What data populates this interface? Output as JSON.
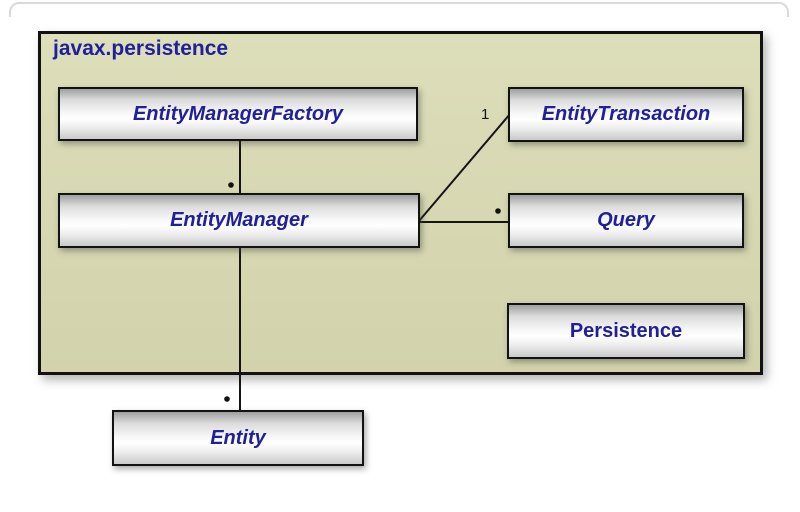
{
  "package": {
    "name": "javax.persistence"
  },
  "classes": {
    "entity_manager_factory": {
      "label": "EntityManagerFactory",
      "kind": "interface"
    },
    "entity_transaction": {
      "label": "EntityTransaction",
      "kind": "interface"
    },
    "entity_manager": {
      "label": "EntityManager",
      "kind": "interface"
    },
    "query": {
      "label": "Query",
      "kind": "interface"
    },
    "persistence": {
      "label": "Persistence",
      "kind": "class"
    },
    "entity": {
      "label": "Entity",
      "kind": "interface"
    }
  },
  "relations": {
    "factory_to_manager": {
      "from": "EntityManagerFactory",
      "to": "EntityManager",
      "marker": "dot"
    },
    "manager_to_transaction": {
      "from": "EntityManager",
      "to": "EntityTransaction",
      "label": "1"
    },
    "manager_to_query": {
      "from": "EntityManager",
      "to": "Query",
      "marker": "dot"
    },
    "manager_to_entity": {
      "from": "EntityManager",
      "to": "Entity",
      "marker": "dot"
    }
  },
  "colors": {
    "package_fill": "#d2d3ac",
    "package_fill_top": "#dddeba",
    "text_navy": "#20209a",
    "line_color": "#121212"
  }
}
